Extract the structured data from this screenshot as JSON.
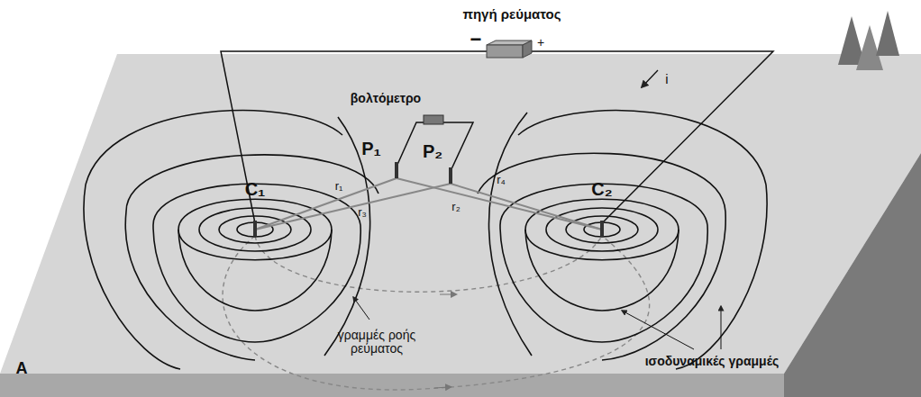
{
  "diagram": {
    "labels": [
      "πηγή ρεύματος",
      "βολτόμετρο",
      "−",
      "+",
      "i",
      "C₁",
      "P₁",
      "P₂",
      "C₂",
      "r₁",
      "r₃",
      "r₂",
      "r₄",
      "γραμμές ροής ρεύματος",
      "ισοδυναμικές γραμμές",
      "A"
    ]
  }
}
